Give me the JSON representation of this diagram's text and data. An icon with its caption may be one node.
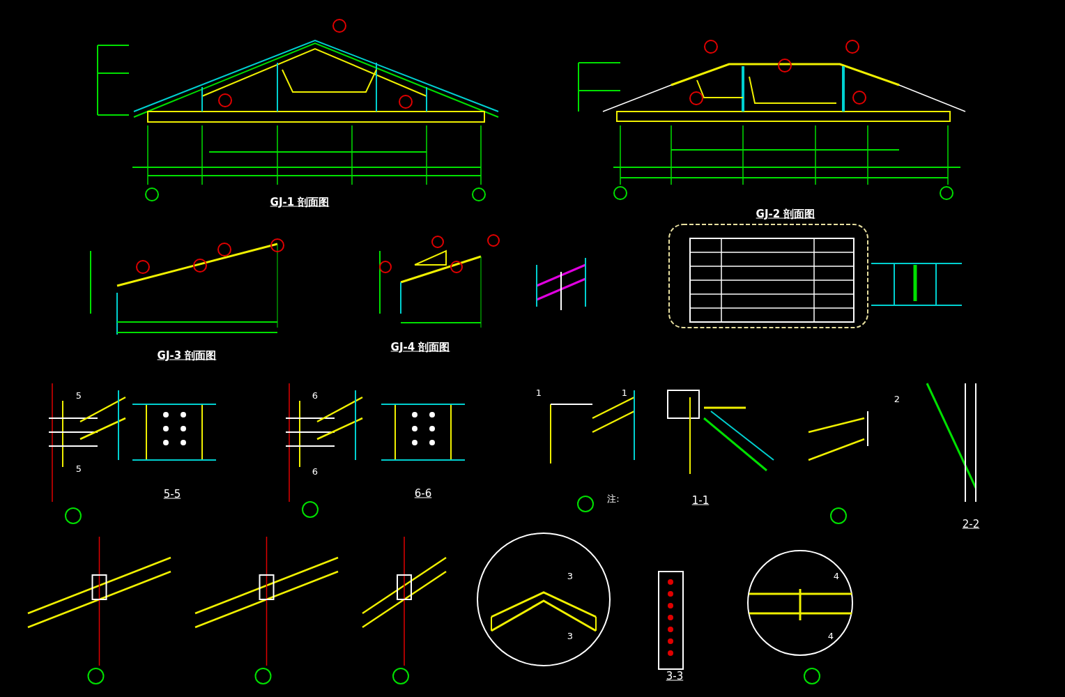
{
  "diagram": {
    "labels": [
      "GJ-1 剖面图",
      "GJ-2 剖面图",
      "GJ-3 剖面图",
      "GJ-4 剖面图",
      "5",
      "5",
      "6",
      "6",
      "5-5",
      "6-6",
      "1",
      "1",
      "注:",
      "1-1",
      "2",
      "2-2",
      "3",
      "3",
      "4",
      "4",
      "3-3"
    ]
  }
}
